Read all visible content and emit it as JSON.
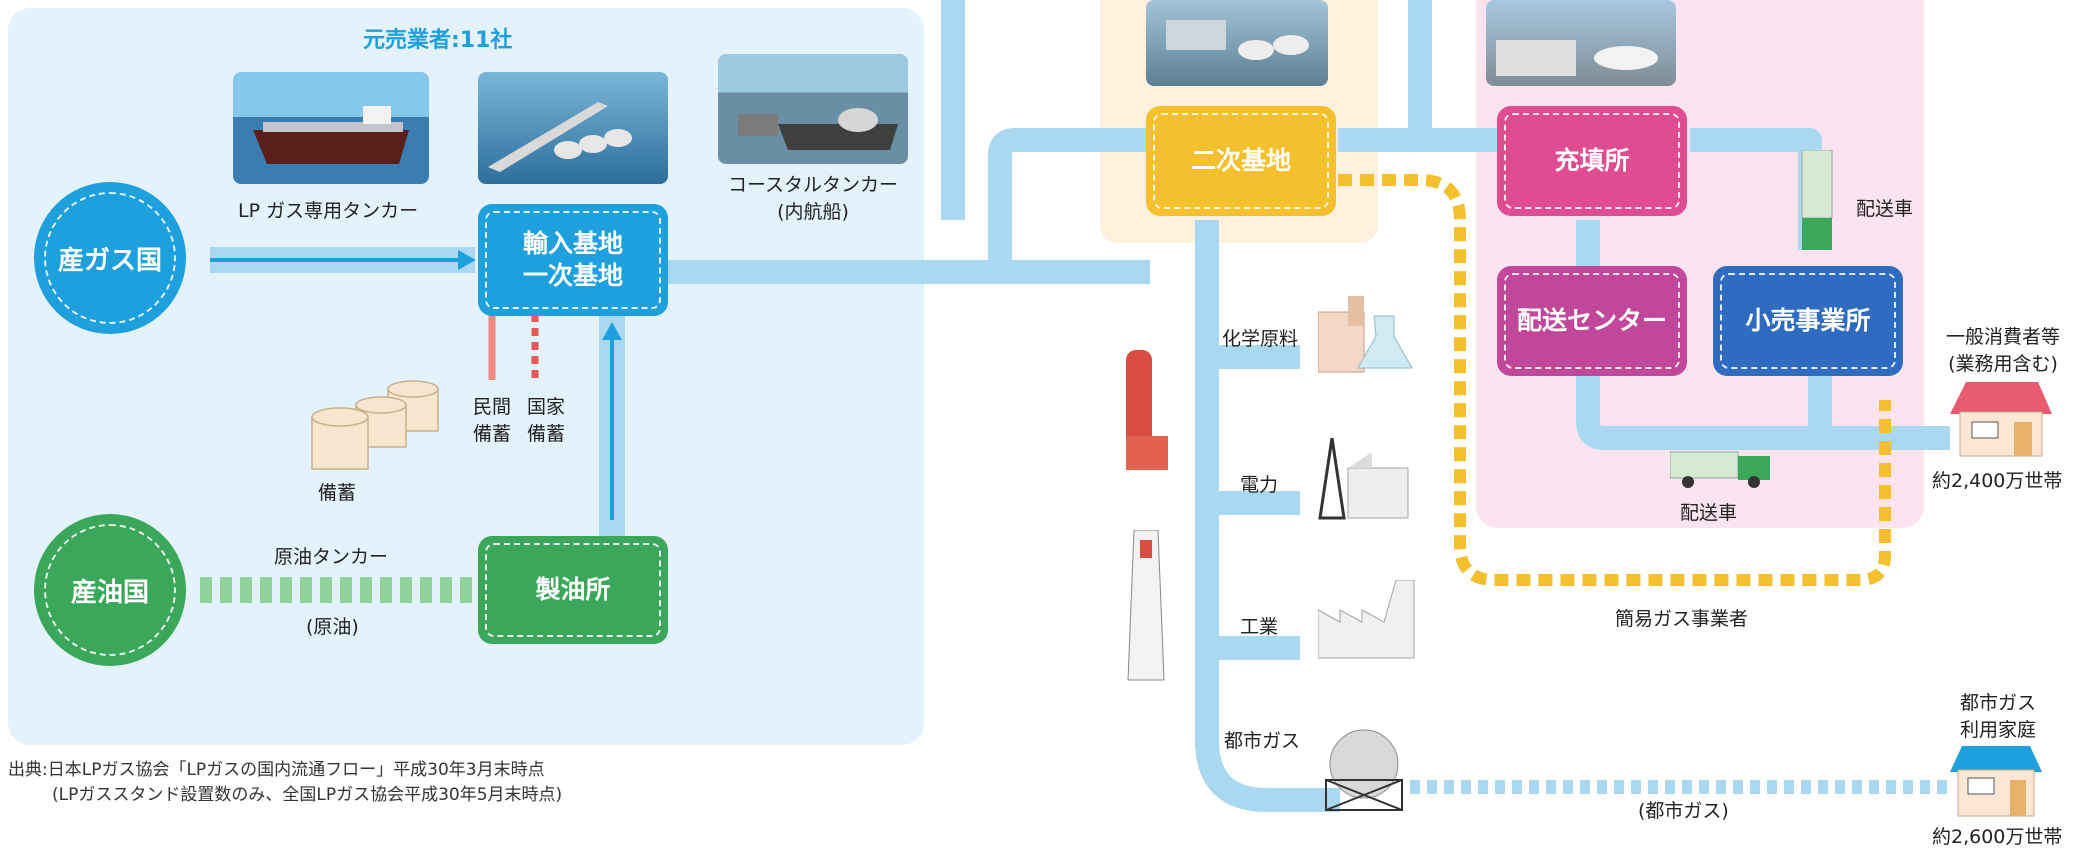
{
  "header": {
    "dealers": "元売業者:11社"
  },
  "nodes": {
    "producing_gas": "産ガス国",
    "producing_oil": "産油国",
    "import_base_1": "輸入基地",
    "import_base_2": "一次基地",
    "refinery": "製油所",
    "secondary_base": "二次基地",
    "filling_station": "充填所",
    "delivery_center": "配送センター",
    "retailer": "小売事業所"
  },
  "labels": {
    "lp_tanker": "LP ガス専用タンカー",
    "coastal_tanker_1": "コースタルタンカー",
    "coastal_tanker_2": "(内航船)",
    "crude_tanker": "原油タンカー",
    "crude": "(原油)",
    "private_stock_1": "民間",
    "private_stock_2": "備蓄",
    "national_stock_1": "国家",
    "national_stock_2": "備蓄",
    "stockpile": "備蓄",
    "chemical": "化学原料",
    "power": "電力",
    "industry": "工業",
    "city_gas": "都市ガス",
    "city_gas_paren": "(都市ガス)",
    "delivery_truck_top": "配送車",
    "delivery_truck_bottom": "配送車",
    "simple_gas": "簡易ガス事業者",
    "consumer_1": "一般消費者等",
    "consumer_2": "(業務用含む)",
    "consumer_count": "約2,400万世帯",
    "city_home_1": "都市ガス",
    "city_home_2": "利用家庭",
    "city_home_count": "約2,600万世帯"
  },
  "source": {
    "line1": "出典:日本LPガス協会「LPガスの国内流通フロー」平成30年3月末時点",
    "line2": "(LPガススタンド設置数のみ、全国LPガス協会平成30年5月末時点)"
  },
  "colors": {
    "pipe": "#a9d8f0",
    "blue": "#1ea0dc",
    "green": "#3aa75a",
    "yellow": "#f5c02d",
    "pink": "#e04c92",
    "magenta": "#c0479a",
    "navy": "#2f6cbf",
    "stock_private": "#f08a80",
    "stock_national": "#e55a5a"
  }
}
